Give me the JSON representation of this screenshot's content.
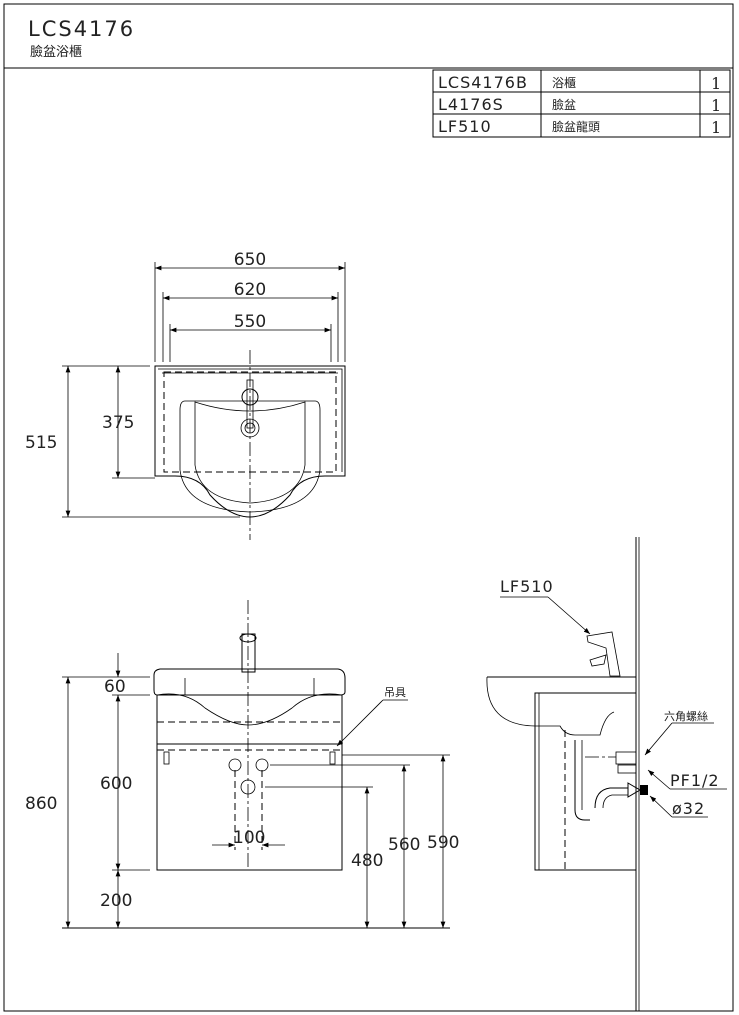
{
  "header": {
    "model": "LCS4176",
    "name": "臉盆浴櫃"
  },
  "parts_table": [
    {
      "code": "LCS4176B",
      "desc": "浴櫃",
      "qty": "1"
    },
    {
      "code": "L4176S",
      "desc": "臉盆",
      "qty": "1"
    },
    {
      "code": "LF510",
      "desc": "臉盆龍頭",
      "qty": "1"
    }
  ],
  "top_view": {
    "width_outer": "650",
    "width_mid": "620",
    "width_inner": "550",
    "depth_total": "515",
    "depth_cabinet": "375"
  },
  "front_view": {
    "total_height": "860",
    "top_thickness": "60",
    "cabinet_height": "600",
    "floor_gap": "200",
    "drain_height": "480",
    "supply_height": "560",
    "hanger_height": "590",
    "supply_spacing": "100",
    "hanger_label": "吊具"
  },
  "side_view": {
    "faucet_label": "LF510",
    "hex_screw_label": "六角螺絲",
    "thread_label": "PF1/2",
    "drain_label": "ø32"
  }
}
